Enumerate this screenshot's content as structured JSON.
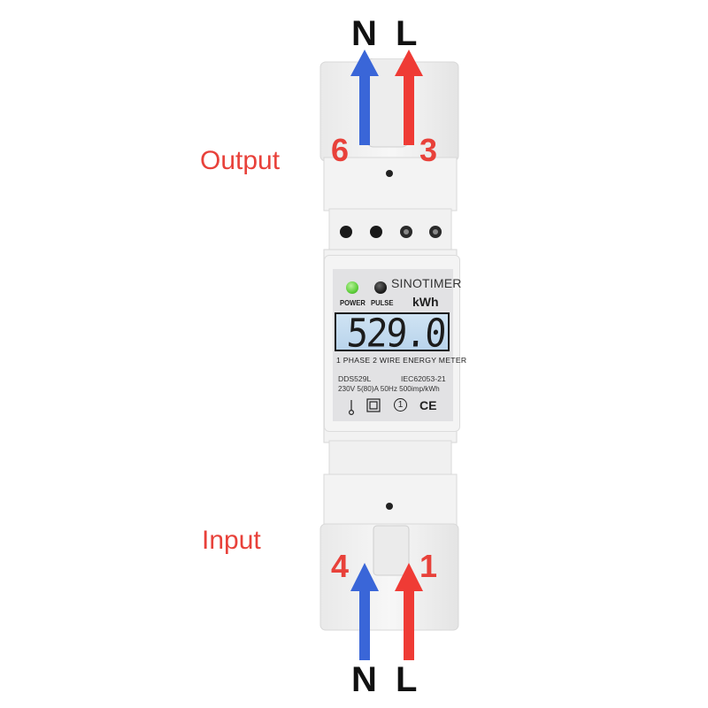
{
  "wires": {
    "top_neutral": "N",
    "top_live": "L",
    "bottom_neutral": "N",
    "bottom_live": "L"
  },
  "labels": {
    "output": "Output",
    "input": "Input"
  },
  "terminals": {
    "output_neutral": "6",
    "output_live": "3",
    "input_neutral": "4",
    "input_live": "1"
  },
  "meter": {
    "brand": "SINOTIMER",
    "unit": "kWh",
    "power_label": "POWER",
    "pulse_label": "PULSE",
    "reading": "529.0",
    "description": "1 PHASE 2 WIRE ENERGY METER",
    "model": "DDS529L",
    "standard": "IEC62053-21",
    "ratings": "230V  5(80)A  50Hz  500imp/kWh",
    "class_mark": "1",
    "ce_mark": "CE"
  },
  "colors": {
    "neutral_arrow": "#3a66d8",
    "live_arrow": "#ef3b35",
    "label_red": "#e8413a",
    "power_led": "#5fcf3c",
    "pulse_led": "#1a1a1a"
  },
  "icons": {
    "up_arrow": "arrow-up-icon",
    "terminal_screw": "screw-icon",
    "indoor_mark": "thermometer-icon",
    "double_insulation": "double-square-icon"
  }
}
